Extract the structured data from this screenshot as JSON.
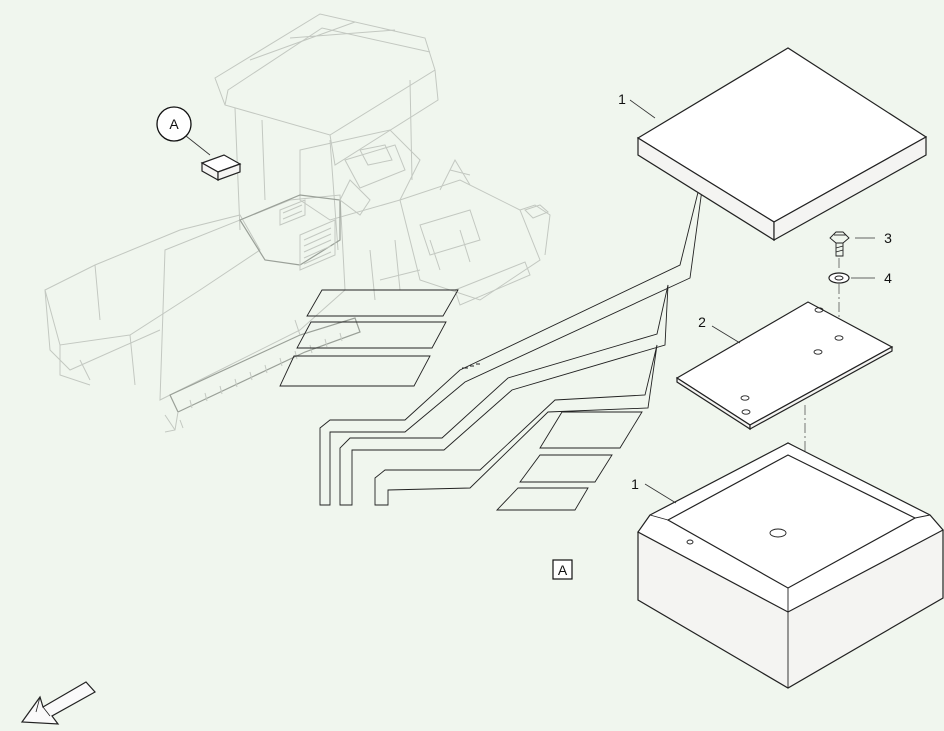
{
  "detail_label": "A",
  "view_label": "A",
  "callouts": [
    {
      "id": "lid",
      "text": "1"
    },
    {
      "id": "plate",
      "text": "2"
    },
    {
      "id": "screw",
      "text": "3"
    },
    {
      "id": "washer",
      "text": "4"
    },
    {
      "id": "box",
      "text": "1"
    }
  ]
}
